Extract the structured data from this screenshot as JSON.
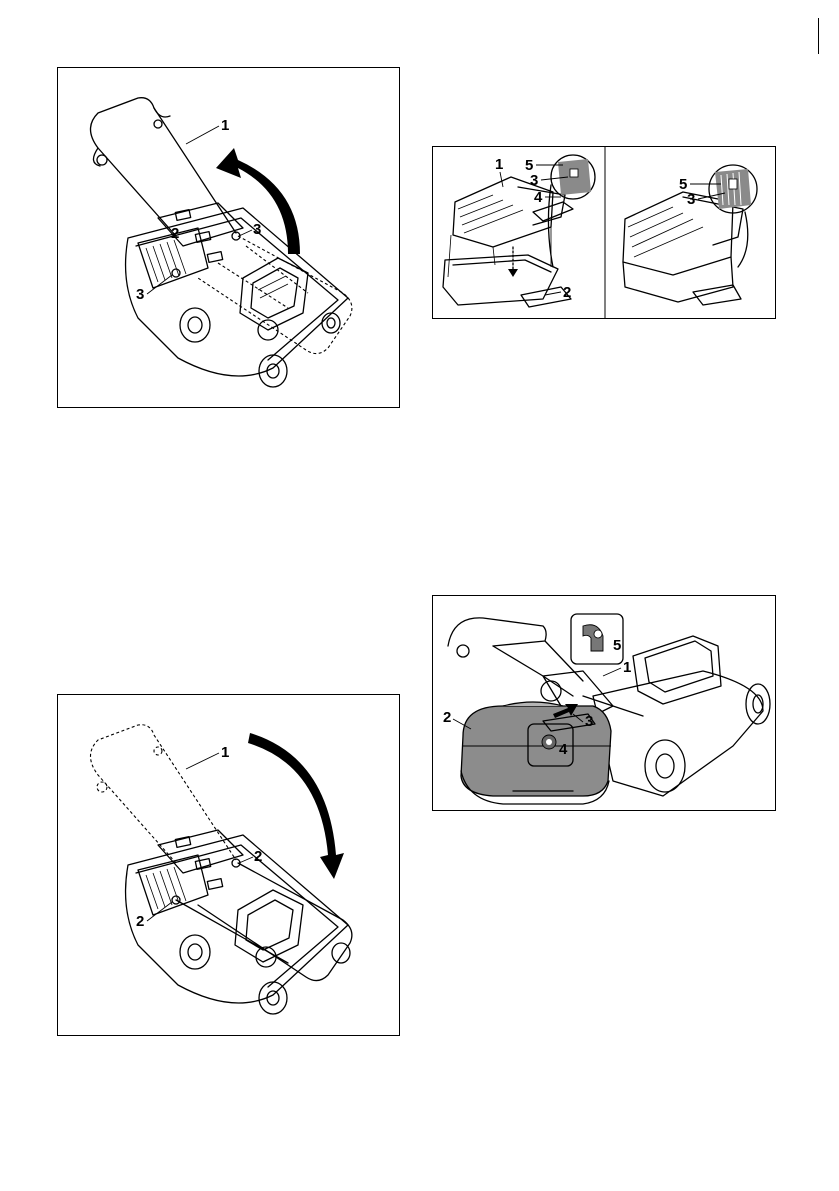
{
  "figures": [
    {
      "id": "fig-raise-handle",
      "callouts": [
        "1",
        "2",
        "3",
        "3"
      ]
    },
    {
      "id": "fig-grass-basket",
      "callouts": [
        "1",
        "5",
        "3",
        "4",
        "2",
        "5",
        "3"
      ]
    },
    {
      "id": "fig-lower-handle",
      "callouts": [
        "1",
        "2",
        "2"
      ]
    },
    {
      "id": "fig-attach-basket",
      "callouts": [
        "5",
        "1",
        "2",
        "3",
        "4"
      ]
    }
  ],
  "colors": {
    "ink": "#000000",
    "paper": "#ffffff",
    "shade_dark": "#666666",
    "shade_mid": "#9a9a9a",
    "shade_light": "#d9d9d9"
  }
}
